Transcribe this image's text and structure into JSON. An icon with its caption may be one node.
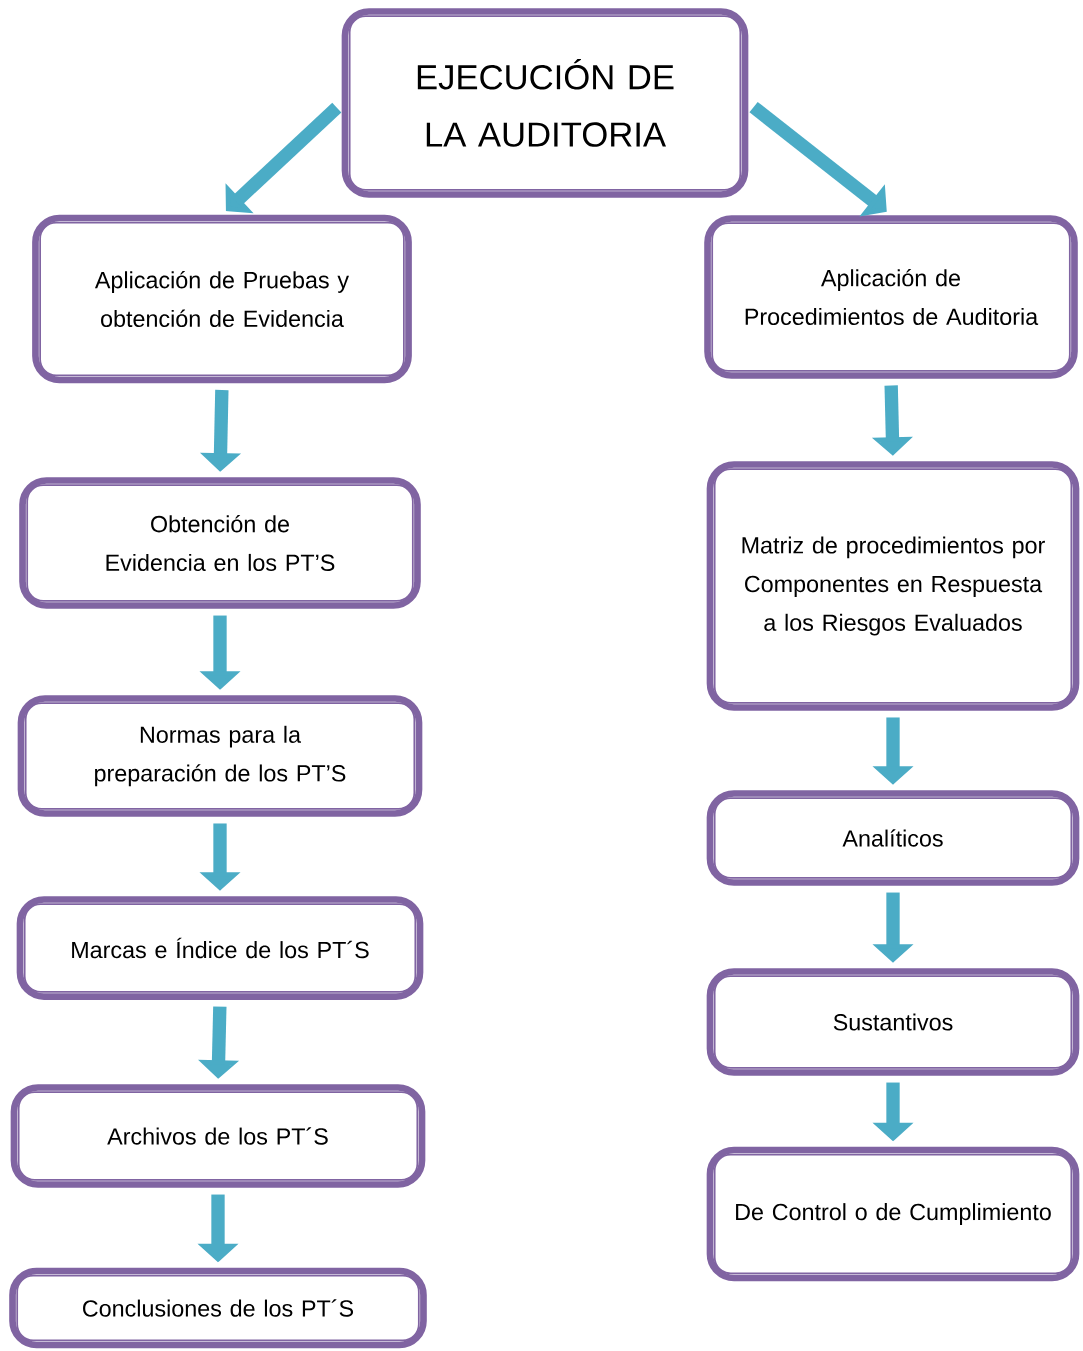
{
  "diagram": {
    "nodes": [
      {
        "text": [
          "EJECUCIÓN DE LA AUDITORIA"
        ]
      },
      {
        "text": [
          "Aplicación de Pruebas y obtención de Evidencia"
        ]
      },
      {
        "text": [
          "Obtención de Evidencia en los PT’S"
        ]
      },
      {
        "text": [
          "Normas para la preparación de los PT’S"
        ]
      },
      {
        "text": [
          "Marcas e Índice de los PT´S"
        ]
      },
      {
        "text": [
          "Archivos de los PT´S"
        ]
      },
      {
        "text": [
          "Conclusiones de los PT´S"
        ]
      },
      {
        "text": [
          "Aplicación de Procedimientos de Auditoria"
        ]
      },
      {
        "text": [
          "Matriz de procedimientos por Componentes en Respuesta a los Riesgos Evaluados"
        ]
      },
      {
        "text": [
          "Analíticos"
        ]
      },
      {
        "text": [
          "Sustantivos"
        ]
      },
      {
        "text": [
          "De Control o de Cumplimiento"
        ]
      }
    ],
    "edges": [
      {
        "from": 0,
        "to": 1,
        "arrow": "to"
      },
      {
        "from": 1,
        "to": 2,
        "arrow": "to"
      },
      {
        "from": 2,
        "to": 3,
        "arrow": "to"
      },
      {
        "from": 3,
        "to": 4,
        "arrow": "to"
      },
      {
        "from": 4,
        "to": 5,
        "arrow": "to"
      },
      {
        "from": 5,
        "to": 6,
        "arrow": "to"
      },
      {
        "from": 0,
        "to": 7,
        "arrow": "to"
      },
      {
        "from": 7,
        "to": 8,
        "arrow": "to"
      },
      {
        "from": 8,
        "to": 9,
        "arrow": "to"
      },
      {
        "from": 9,
        "to": 10,
        "arrow": "to"
      },
      {
        "from": 10,
        "to": 11,
        "arrow": "to"
      }
    ]
  }
}
